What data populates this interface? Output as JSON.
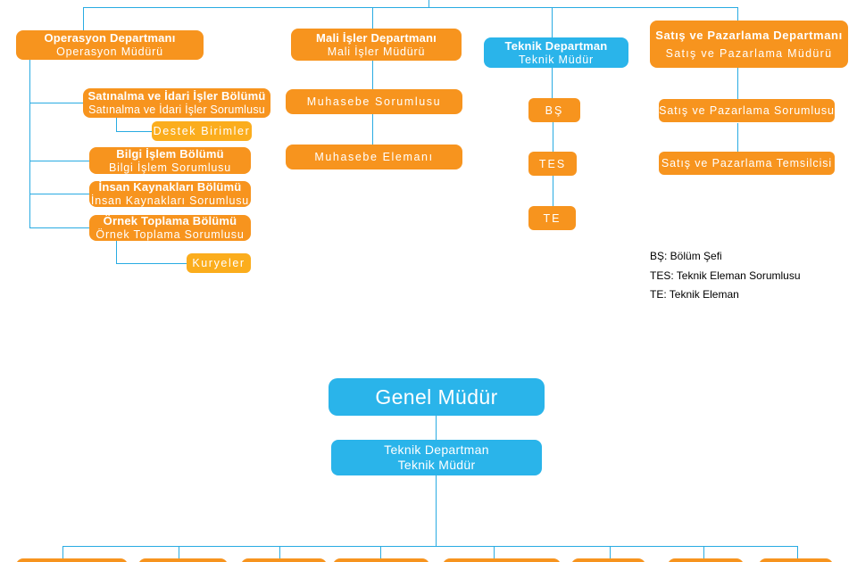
{
  "colors": {
    "orange": "#F7941E",
    "light_orange": "#FBAD1D",
    "blue": "#2AB4EA",
    "line": "#29ABE2",
    "legend_text": "#000000"
  },
  "top_chart": {
    "departments": {
      "operasyon": {
        "title": "Operasyon Departmanı",
        "subtitle": "Operasyon Müdürü"
      },
      "mali": {
        "title": "Mali İşler Departmanı",
        "subtitle": "Mali İşler Müdürü"
      },
      "teknik": {
        "title": "Teknik Departman",
        "subtitle": "Teknik Müdür"
      },
      "satis": {
        "title": "Satış ve Pazarlama Departmanı",
        "subtitle": "Satış ve Pazarlama Müdürü"
      }
    },
    "operasyon_branch": {
      "satinalma": {
        "title": "Satınalma ve İdari İşler Bölümü",
        "subtitle": "Satınalma ve İdari İşler Sorumlusu"
      },
      "destek": {
        "label": "Destek Birimler"
      },
      "bilgi": {
        "title": "Bilgi İşlem Bölümü",
        "subtitle": "Bilgi İşlem Sorumlusu"
      },
      "insan": {
        "title": "İnsan Kaynakları Bölümü",
        "subtitle": "İnsan Kaynakları Sorumlusu"
      },
      "ornek": {
        "title": "Örnek Toplama Bölümü",
        "subtitle": "Örnek Toplama Sorumlusu"
      },
      "kuryeler": {
        "label": "Kuryeler"
      }
    },
    "mali_branch": {
      "sorumlusu": "Muhasebe Sorumlusu",
      "elemani": "Muhasebe Elemanı"
    },
    "teknik_branch": {
      "bs": "BŞ",
      "tes": "TES",
      "te": "TE"
    },
    "satis_branch": {
      "sorumlusu": "Satış ve Pazarlama Sorumlusu",
      "temsilcisi": "Satış ve Pazarlama Temsilcisi"
    },
    "legend": {
      "line1": "BŞ: Bölüm Şefi",
      "line2": "TES: Teknik Eleman Sorumlusu",
      "line3": "TE: Teknik Eleman"
    }
  },
  "bottom_chart": {
    "root": "Genel Müdür",
    "manager": {
      "title": "Teknik Departman",
      "subtitle": "Teknik Müdür"
    },
    "cut_off_children_count": 8
  }
}
